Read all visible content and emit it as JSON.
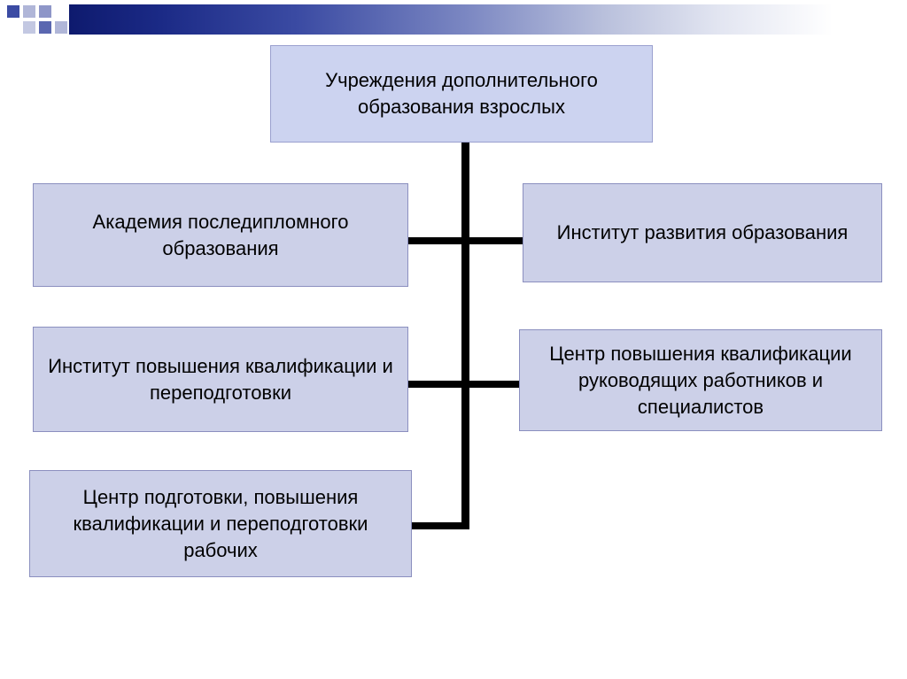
{
  "slide": {
    "title_box": {
      "text": "Учреждения дополнительного образования взрослых"
    },
    "nodes": [
      {
        "id": "academy",
        "text": "Академия последипломного образования"
      },
      {
        "id": "institute-dev",
        "text": "Институт развития образования"
      },
      {
        "id": "institute-upgrade",
        "text": "Институт повышения квалификации и переподготовки"
      },
      {
        "id": "center-upgrade",
        "text": "Центр повышения квалификации руководящих работников и специалистов"
      },
      {
        "id": "center-workers",
        "text": "Центр подготовки, повышения квалификации и переподготовки рабочих"
      }
    ],
    "colors": {
      "box_fill": "#ccd0e8",
      "box_fill_top": "#ccd3f0",
      "box_border": "#8b8fbf",
      "connector": "#000000",
      "banner_dark": "#0e1a6e",
      "banner_light": "#ffffff"
    },
    "decor_squares": [
      {
        "color": "#3b4ba3"
      },
      {
        "color": "#8e96c8"
      },
      {
        "color": "#c3c8e2"
      },
      {
        "color": "#5a67b0"
      },
      {
        "color": "#b0b6d8"
      },
      {
        "color": "#8e96c8"
      }
    ]
  }
}
